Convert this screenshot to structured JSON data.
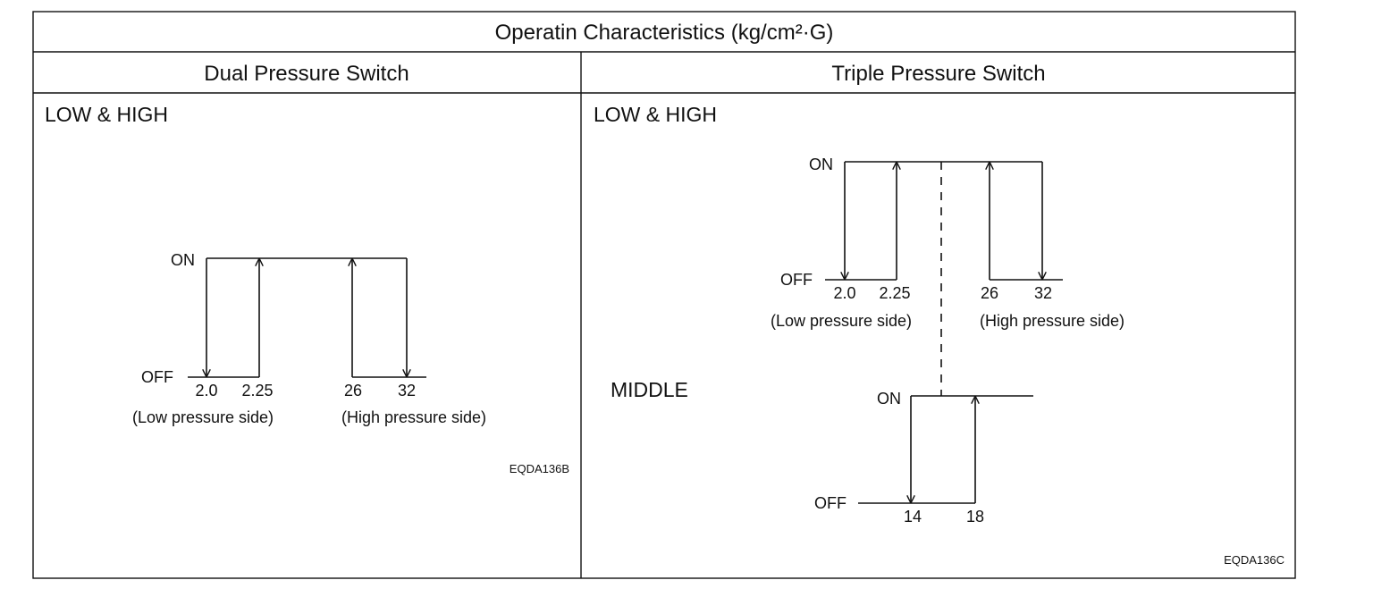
{
  "title": "Operatin Characteristics (kg/cm²·G)",
  "columns": [
    "Dual Pressure Switch",
    "Triple Pressure Switch"
  ],
  "dual": {
    "section": "LOW & HIGH",
    "on": "ON",
    "off": "OFF",
    "low_values": [
      "2.0",
      "2.25"
    ],
    "high_values": [
      "26",
      "32"
    ],
    "low_caption": "(Low pressure side)",
    "high_caption": "(High pressure side)",
    "code": "EQDA136B"
  },
  "triple": {
    "section_low_high": "LOW & HIGH",
    "on": "ON",
    "off": "OFF",
    "low_values": [
      "2.0",
      "2.25"
    ],
    "high_values": [
      "26",
      "32"
    ],
    "low_caption": "(Low pressure side)",
    "high_caption": "(High pressure side)",
    "section_middle": "MIDDLE",
    "middle_on": "ON",
    "middle_off": "OFF",
    "middle_values": [
      "14",
      "18"
    ],
    "code": "EQDA136C"
  }
}
